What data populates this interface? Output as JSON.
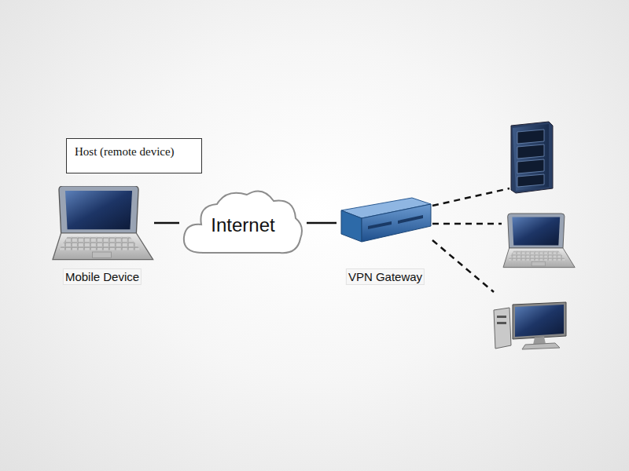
{
  "diagram": {
    "nodes": [
      {
        "text": [
          "Host (remote device)"
        ]
      },
      {
        "text": [
          "Mobile Device"
        ]
      },
      {
        "text": [
          "Internet"
        ]
      },
      {
        "text": [
          "VPN Gateway"
        ]
      }
    ],
    "edges": [
      {
        "from": 1,
        "to": 2,
        "arrow": "none"
      },
      {
        "from": 2,
        "to": 3,
        "arrow": "none"
      }
    ]
  }
}
